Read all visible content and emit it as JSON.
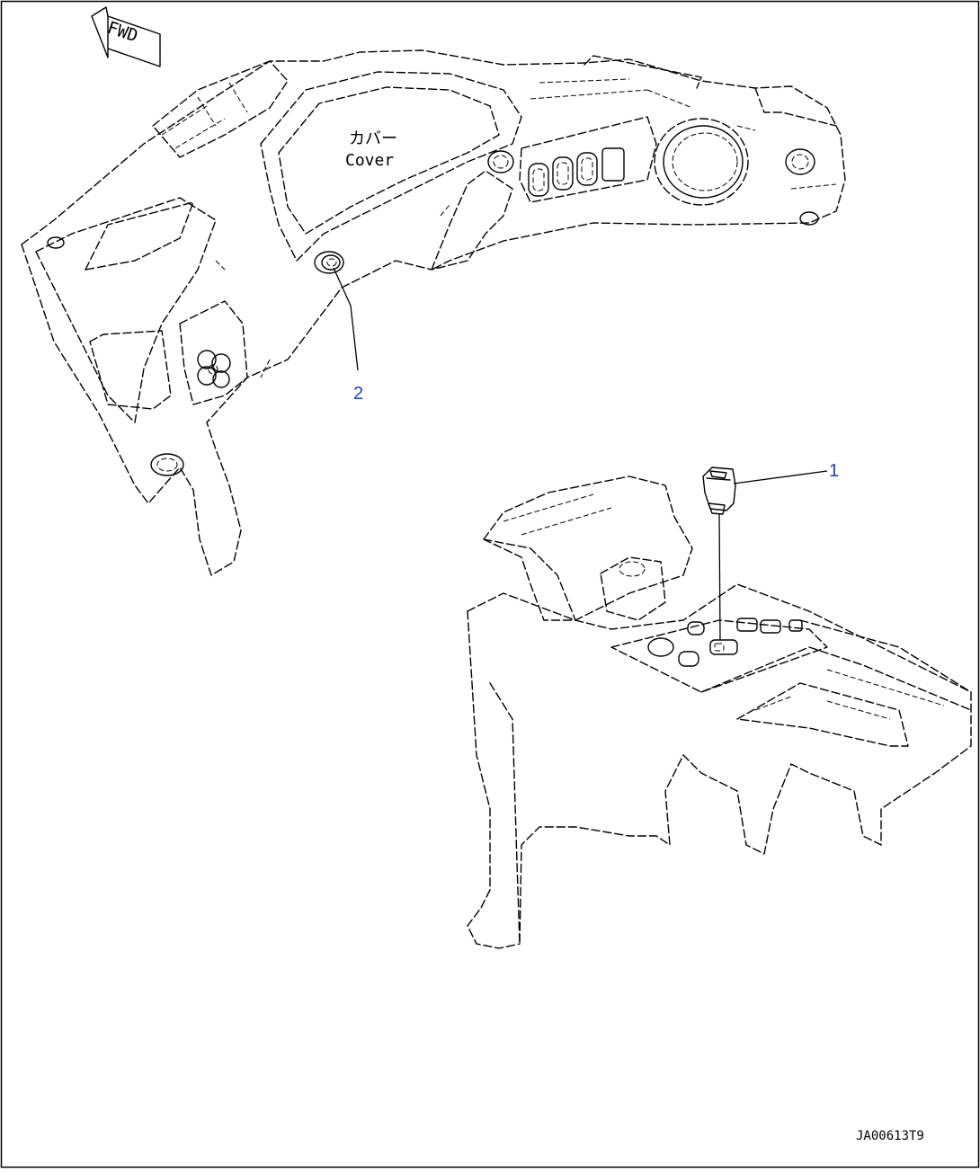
{
  "orientation": {
    "label": "FWD"
  },
  "labels": {
    "cover_jp": "カバー",
    "cover_en": "Cover"
  },
  "callouts": [
    {
      "number": "1"
    },
    {
      "number": "2"
    }
  ],
  "drawing_code": "JA00613T9",
  "colors": {
    "callout": "#1a3fd0",
    "line": "#000000",
    "background": "#ffffff"
  }
}
